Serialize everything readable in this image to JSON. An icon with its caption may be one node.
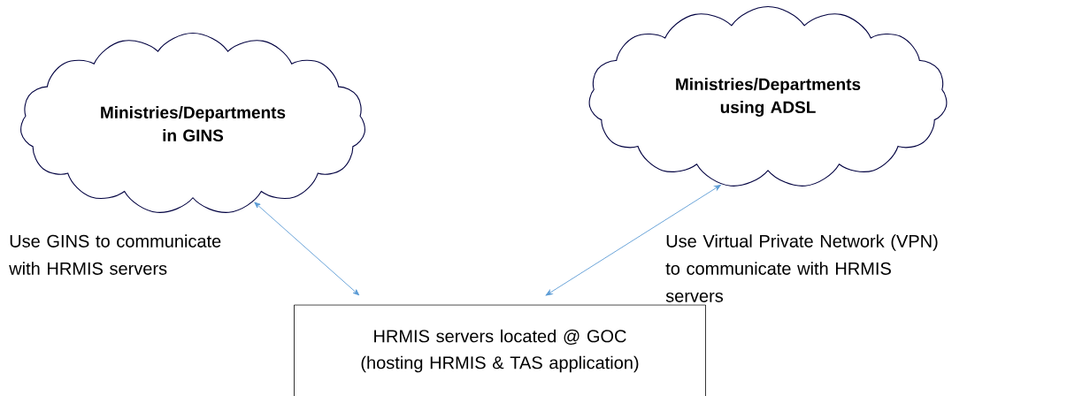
{
  "diagram": {
    "nodes": [
      {
        "text": [
          "Ministries/Departments in GINS"
        ]
      },
      {
        "text": [
          "Ministries/Departments using ADSL"
        ]
      },
      {
        "text": [
          "HRMIS servers located @ GOC (hosting HRMIS & TAS application)"
        ]
      }
    ],
    "edges": [
      {
        "from": 0,
        "to": 2,
        "arrow": "both",
        "label": "Use GINS to communicate with HRMIS servers"
      },
      {
        "from": 1,
        "to": 2,
        "arrow": "both",
        "label": "Use Virtual Private Network (VPN) to communicate with HRMIS servers"
      }
    ]
  }
}
